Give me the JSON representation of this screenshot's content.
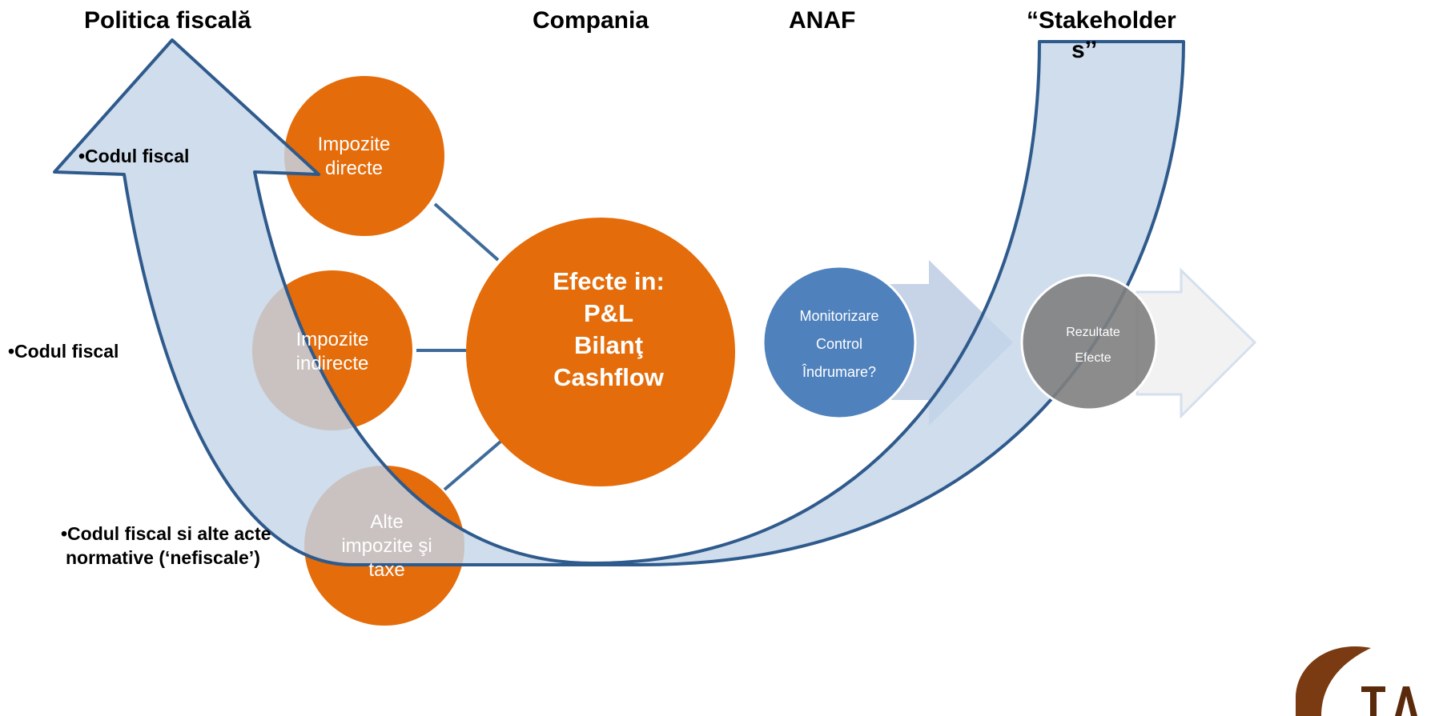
{
  "headers": {
    "fiscal_policy": "Politica fiscală",
    "company": "Compania",
    "anaf": "ANAF",
    "stakeholders_line1": "“Stakeholder",
    "stakeholders_line2": "s’’"
  },
  "notes": {
    "top": "•Codul fiscal",
    "middle": "•Codul fiscal",
    "bottom_line1": "•Codul fiscal si alte acte",
    "bottom_line2": "normative (‘nefiscale’)"
  },
  "circles": {
    "direct_line1": "Impozite",
    "direct_line2": "directe",
    "indirect_line1": "Impozite",
    "indirect_line2": "indirecte",
    "other_line1": "Alte",
    "other_line2": "impozite şi",
    "other_line3": "taxe"
  },
  "center": {
    "line1": "Efecte in:",
    "line2": "P&L",
    "line3": "Bilanţ",
    "line4": "Cashflow"
  },
  "anaf_circle": {
    "line1": "Monitorizare",
    "line2": "Control",
    "line3": "Îndrumare?"
  },
  "results_circle": {
    "line1": "Rezultate",
    "line2": "Efecte"
  },
  "colors": {
    "orange": "#E46C0A",
    "brown_overlay": "#B8703C",
    "arrow_fill": "#C7D6E8",
    "arrow_stroke": "#2F5A8C",
    "anaf_blue": "#4F81BD",
    "results_gray": "#7F7F7F",
    "connector": "#3E6B9A"
  }
}
